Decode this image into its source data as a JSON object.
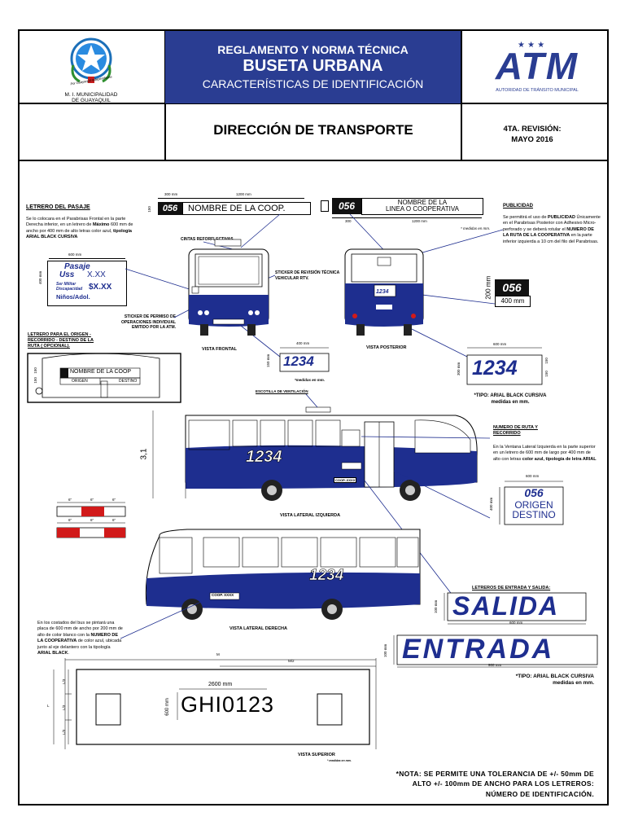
{
  "header": {
    "municipality_line1": "M. I. MUNICIPALIDAD",
    "municipality_line2": "DE GUAYAQUIL",
    "seal_motto": "Por Guayaquil Independiente",
    "title_line1": "REGLAMENTO Y NORMA TÉCNICA",
    "title_line2": "BUSETA URBANA",
    "title_line3": "CARACTERÍSTICAS DE IDENTIFICACIÓN",
    "atm_logo": "ATM",
    "atm_subtitle": "AUTORIDAD DE TRÁNSITO MUNICIPAL",
    "direction": "DIRECCIÓN  DE TRANSPORTE",
    "revision_line1": "4TA. REVISIÓN:",
    "revision_line2": "MAYO 2016"
  },
  "pasaje": {
    "heading": "LETRERO DEL PASAJE",
    "text_a": "Se lo colocara en el Parabrisas Frontal en la parte Derecha inferior, en un letrero de ",
    "text_b": "Máximo",
    "text_c": " 600 mm de ancho por 400 mm de alto letras color azul, ",
    "text_d": "tipología ARIAL BLACK CURSIVA",
    "dim_width": "600 mm",
    "dim_height": "400 mm",
    "sign_line1": "Pasaje",
    "sign_line2": "Uss",
    "sign_price1": "X.XX",
    "sign_line3": "Ser Militar",
    "sign_line4": "Discapacidad",
    "sign_price2": "$X.XX",
    "sign_line5": "Niños/Adol."
  },
  "front_labels": {
    "cintas": "CINTAS REFORFLECTIVAS",
    "sticker_revision": "STICKER DE REVISIÓN TÉCNICA VEHICULAR RTV.",
    "sticker_permiso": "STICKER DE PERMISO DE OPERACIONES INDIVIDUAL EMITIDO POR LA ATM.",
    "vista_frontal": "VISTA FRONTAL",
    "vista_posterior": "VISTA POSTERIOR"
  },
  "coop_sign_front": {
    "dim_left": "300 mm",
    "dim_right": "1200 mm",
    "dim_h": "150",
    "number": "056",
    "text": "NOMBRE DE LA COOP."
  },
  "coop_sign_rear": {
    "number": "056",
    "text_line1": "NOMBRE DE LA",
    "text_line2": "LINEA O COOPERATIVA",
    "dim_left": "300",
    "dim_right": "1200 mm",
    "note": "* medidas en mm."
  },
  "publicidad": {
    "heading": "PUBLICIDAD",
    "text_a": "Se permitirá el uso de ",
    "text_b": "PUBLICIDAD",
    "text_c": " Únicamente en el Parabrisas Posterior con Adhesivo Micro-perforado y se deberá rotular el ",
    "text_d": "NUMERO DE LA RUTA DE LA COOPERATIVA",
    "text_e": " en la parte inferior izquierda a 10 cm del filo del Parabrisas."
  },
  "rear_number": {
    "number": "056",
    "dim_h": "200 mm",
    "dim_w": "400 mm"
  },
  "origen": {
    "heading_line1": "LETRERO PARA EL ORIGEN -",
    "heading_line2": "RECORRIDO - DESTINO DE LA",
    "heading_line3": "RUTA ( OPCIONAL).",
    "sign_text": "NOMBRE DE LA COOP",
    "origen": "ORIGEN",
    "destino": "DESTINO",
    "dim1": "150",
    "dim2": "150"
  },
  "route_signs": {
    "small_number": "1234",
    "small_dim_w": "400 mm",
    "small_dim_h": "150 mm",
    "small_note": "*medidas en mm.",
    "big_number": "1234",
    "big_dim_w": "600 mm",
    "big_dim_h1": "300 mm",
    "big_dim_h2": "150",
    "big_dim_h3": "150",
    "type_note_line1": "*TIPO: ARIAL BLACK CURSIVA",
    "type_note_line2": "medidas en mm."
  },
  "lateral_izq": {
    "escotilla": "ESCOTILLA DE VENTILACIÓN",
    "height": "3,1",
    "bus_number": "1234",
    "coop_plate": "COOP.-XXXX",
    "label": "VISTA LATERAL IZQUIERDA",
    "ruta_heading_line1": "NUMERO DE RUTA Y",
    "ruta_heading_line2": "RECORRIDO",
    "ruta_text_a": "En la Ventana Lateral Izquierda en la parte superior en un letrero de 600 mm de largo por 400 mm de alto con letras ",
    "ruta_text_b": "color azul, tipología de letra ARIAL",
    "sign_dim_w": "600 mm",
    "sign_dim_h": "400 mm",
    "sign_number": "056",
    "sign_origen": "ORIGEN",
    "sign_destino": "DESTINO"
  },
  "tape": {
    "d1": "6\"",
    "d2": "6\"",
    "d3": "6\"",
    "d4": "6\"",
    "d5": "6\"",
    "d6": "6\""
  },
  "lateral_der": {
    "bus_number": "1234",
    "coop_plate": "COOP. XXXX",
    "label": "VISTA LATERAL DERECHA",
    "side_text_a": "En los costados del bus se pintará una placa de 600 mm de ancho por 200 mm de alto de color blanco con la ",
    "side_text_b": "NUMERO DE LA COOPERATIVA",
    "side_text_c": " de color azul, ubicada junto al eje delantero con la tipología ",
    "side_text_d": "ARIAL BLACK",
    "side_text_e": "."
  },
  "entrada_salida": {
    "heading": "LETREROS DE ENTRADA Y SALIDA:",
    "salida": "SALIDA",
    "entrada": "ENTRADA",
    "dim_salida_h": "100 mm",
    "dim_salida_w": "600 mm",
    "dim_entrada_h": "100 mm",
    "dim_entrada_w": "900 mm",
    "note_line1": "*TIPO: ARIAL BLACK CURSIVA",
    "note_line2": "medidas en mm."
  },
  "superior": {
    "dim_m": "M",
    "dim_m2": "M/2",
    "dim_width": "2600 mm",
    "dim_height": "600 mm",
    "plate": "GHI0123",
    "dim_l": "L",
    "dim_l3a": "L/3",
    "dim_l3b": "L/3",
    "dim_l3c": "L/3",
    "label": "VISTA SUPERIOR",
    "note": "* medidas en mm."
  },
  "footer": {
    "line1": "*NOTA: SE PERMITE UNA TOLERANCIA DE +/- 50mm DE",
    "line2": "ALTO  +/-  100mm DE ANCHO PARA LOS LETREROS:",
    "line3": "NÚMERO DE IDENTIFICACIÓN."
  },
  "colors": {
    "banner": "#2a3d92",
    "bus_blue": "#1e2e8f",
    "tape_red": "#d11a1a"
  }
}
